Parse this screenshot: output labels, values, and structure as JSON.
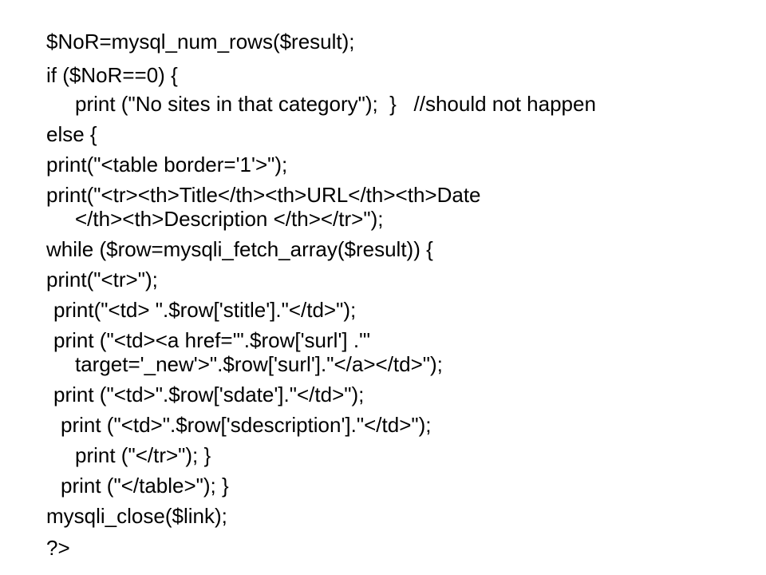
{
  "slide": {
    "text_color": "#000000",
    "background_color": "#ffffff",
    "lines": [
      "$NoR=mysql_num_rows($result);",
      "if ($NoR==0) {",
      "print (\"No sites in that category\");  }   //should not happen",
      "else {",
      "print(\"<table border='1'>\");",
      "print(\"<tr><th>Title</th><th>URL</th><th>Date",
      "</th><th>Description </th></tr>\");",
      "while ($row=mysqli_fetch_array($result)) {",
      "print(\"<tr>\");",
      "print(\"<td> \".$row['stitle'].\"</td>\");",
      "print (\"<td><a href='\".$row['surl'] .\"'",
      "target='_new'>\".$row['surl'].\"</a></td>\");",
      "print (\"<td>\".$row['sdate'].\"</td>\");",
      "print (\"<td>\".$row['sdescription'].\"</td>\");",
      "print (\"</tr>\"); }",
      "print (\"</table>\"); }",
      "mysqli_close($link);",
      "?>"
    ]
  }
}
